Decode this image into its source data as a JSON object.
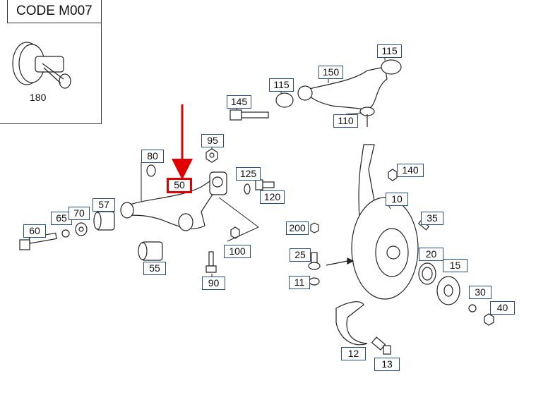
{
  "code_box": {
    "title": "CODE M007",
    "part": "180"
  },
  "highlight_color": "#e00000",
  "label_border_color": "#2a4d7a",
  "callouts": [
    "115",
    "150",
    "115",
    "145",
    "110",
    "95",
    "80",
    "125",
    "120",
    "50",
    "57",
    "65",
    "70",
    "60",
    "55",
    "90",
    "100",
    "140",
    "10",
    "35",
    "200",
    "25",
    "11",
    "20",
    "15",
    "30",
    "40",
    "12",
    "13"
  ],
  "highlighted_part": "50"
}
